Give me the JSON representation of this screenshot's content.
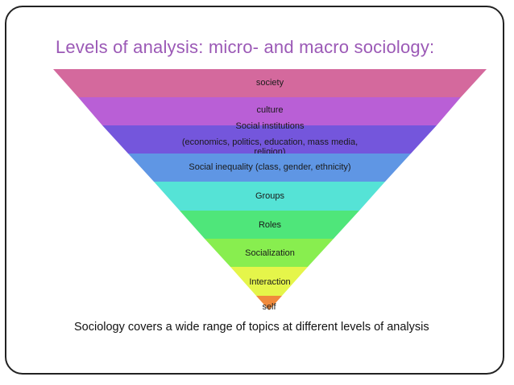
{
  "slide": {
    "title": "Levels of analysis: micro- and macro sociology:",
    "caption": "Sociology covers a wide range of topics at different levels of analysis"
  },
  "pyramid": {
    "levels": [
      {
        "label": "society",
        "color": "#d4699d"
      },
      {
        "label": "culture",
        "color": "#b95fd6"
      },
      {
        "label": "Social institutions",
        "label2": "(economics, politics, education, mass media,",
        "label3": "religion)",
        "color": "#7456dc"
      },
      {
        "label": "Social inequality (class, gender, ethnicity)",
        "color": "#5f96e4"
      },
      {
        "label": "Groups",
        "color": "#55e3d6"
      },
      {
        "label": "Roles",
        "color": "#4fe67a"
      },
      {
        "label": "Socialization",
        "color": "#88ee4f"
      },
      {
        "label": "Interaction",
        "color": "#e5f54a"
      },
      {
        "label": "self",
        "color": "#f08a3c"
      }
    ]
  }
}
